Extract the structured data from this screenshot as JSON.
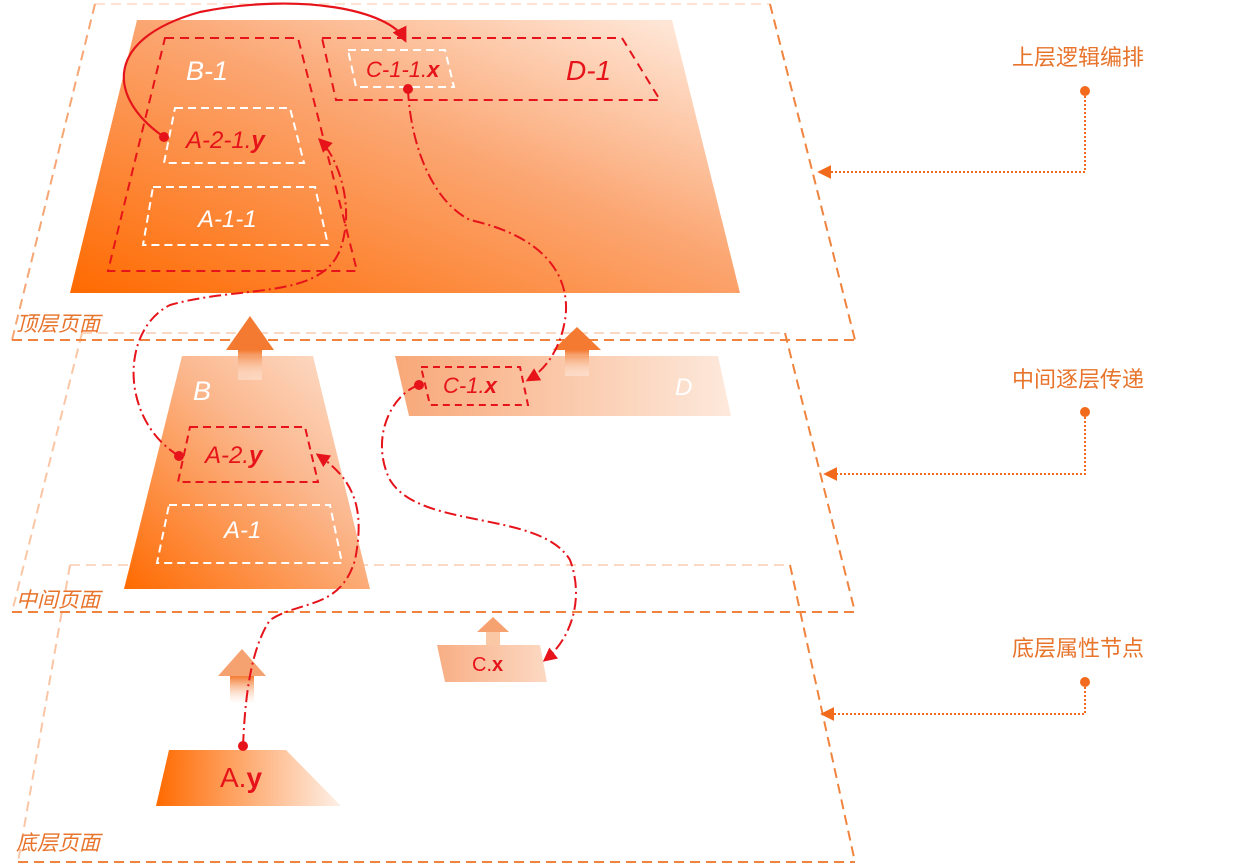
{
  "legend": {
    "top": "上层逻辑编排",
    "middle": "中间逐层传递",
    "bottom": "底层属性节点"
  },
  "layers": {
    "top": "顶层页面",
    "middle": "中间页面",
    "bottom": "底层页面"
  },
  "nodes": {
    "b1": "B-1",
    "a21_prefix": "A-2-1.",
    "a21_suffix": "y",
    "a11": "A-1-1",
    "c11_prefix": "C-1-1.",
    "c11_suffix": "x",
    "d1": "D-1",
    "b": "B",
    "a2_prefix": "A-2.",
    "a2_suffix": "y",
    "a1": "A-1",
    "c1_prefix": "C-1.",
    "c1_suffix": "x",
    "d": "D",
    "cx_prefix": "C.",
    "cx_suffix": "x",
    "ay_prefix": "A.",
    "ay_suffix": "y"
  },
  "colors": {
    "accent_orange": "#e8742c",
    "link_red": "#e6141a",
    "fill_orange": "#ff6a00"
  }
}
